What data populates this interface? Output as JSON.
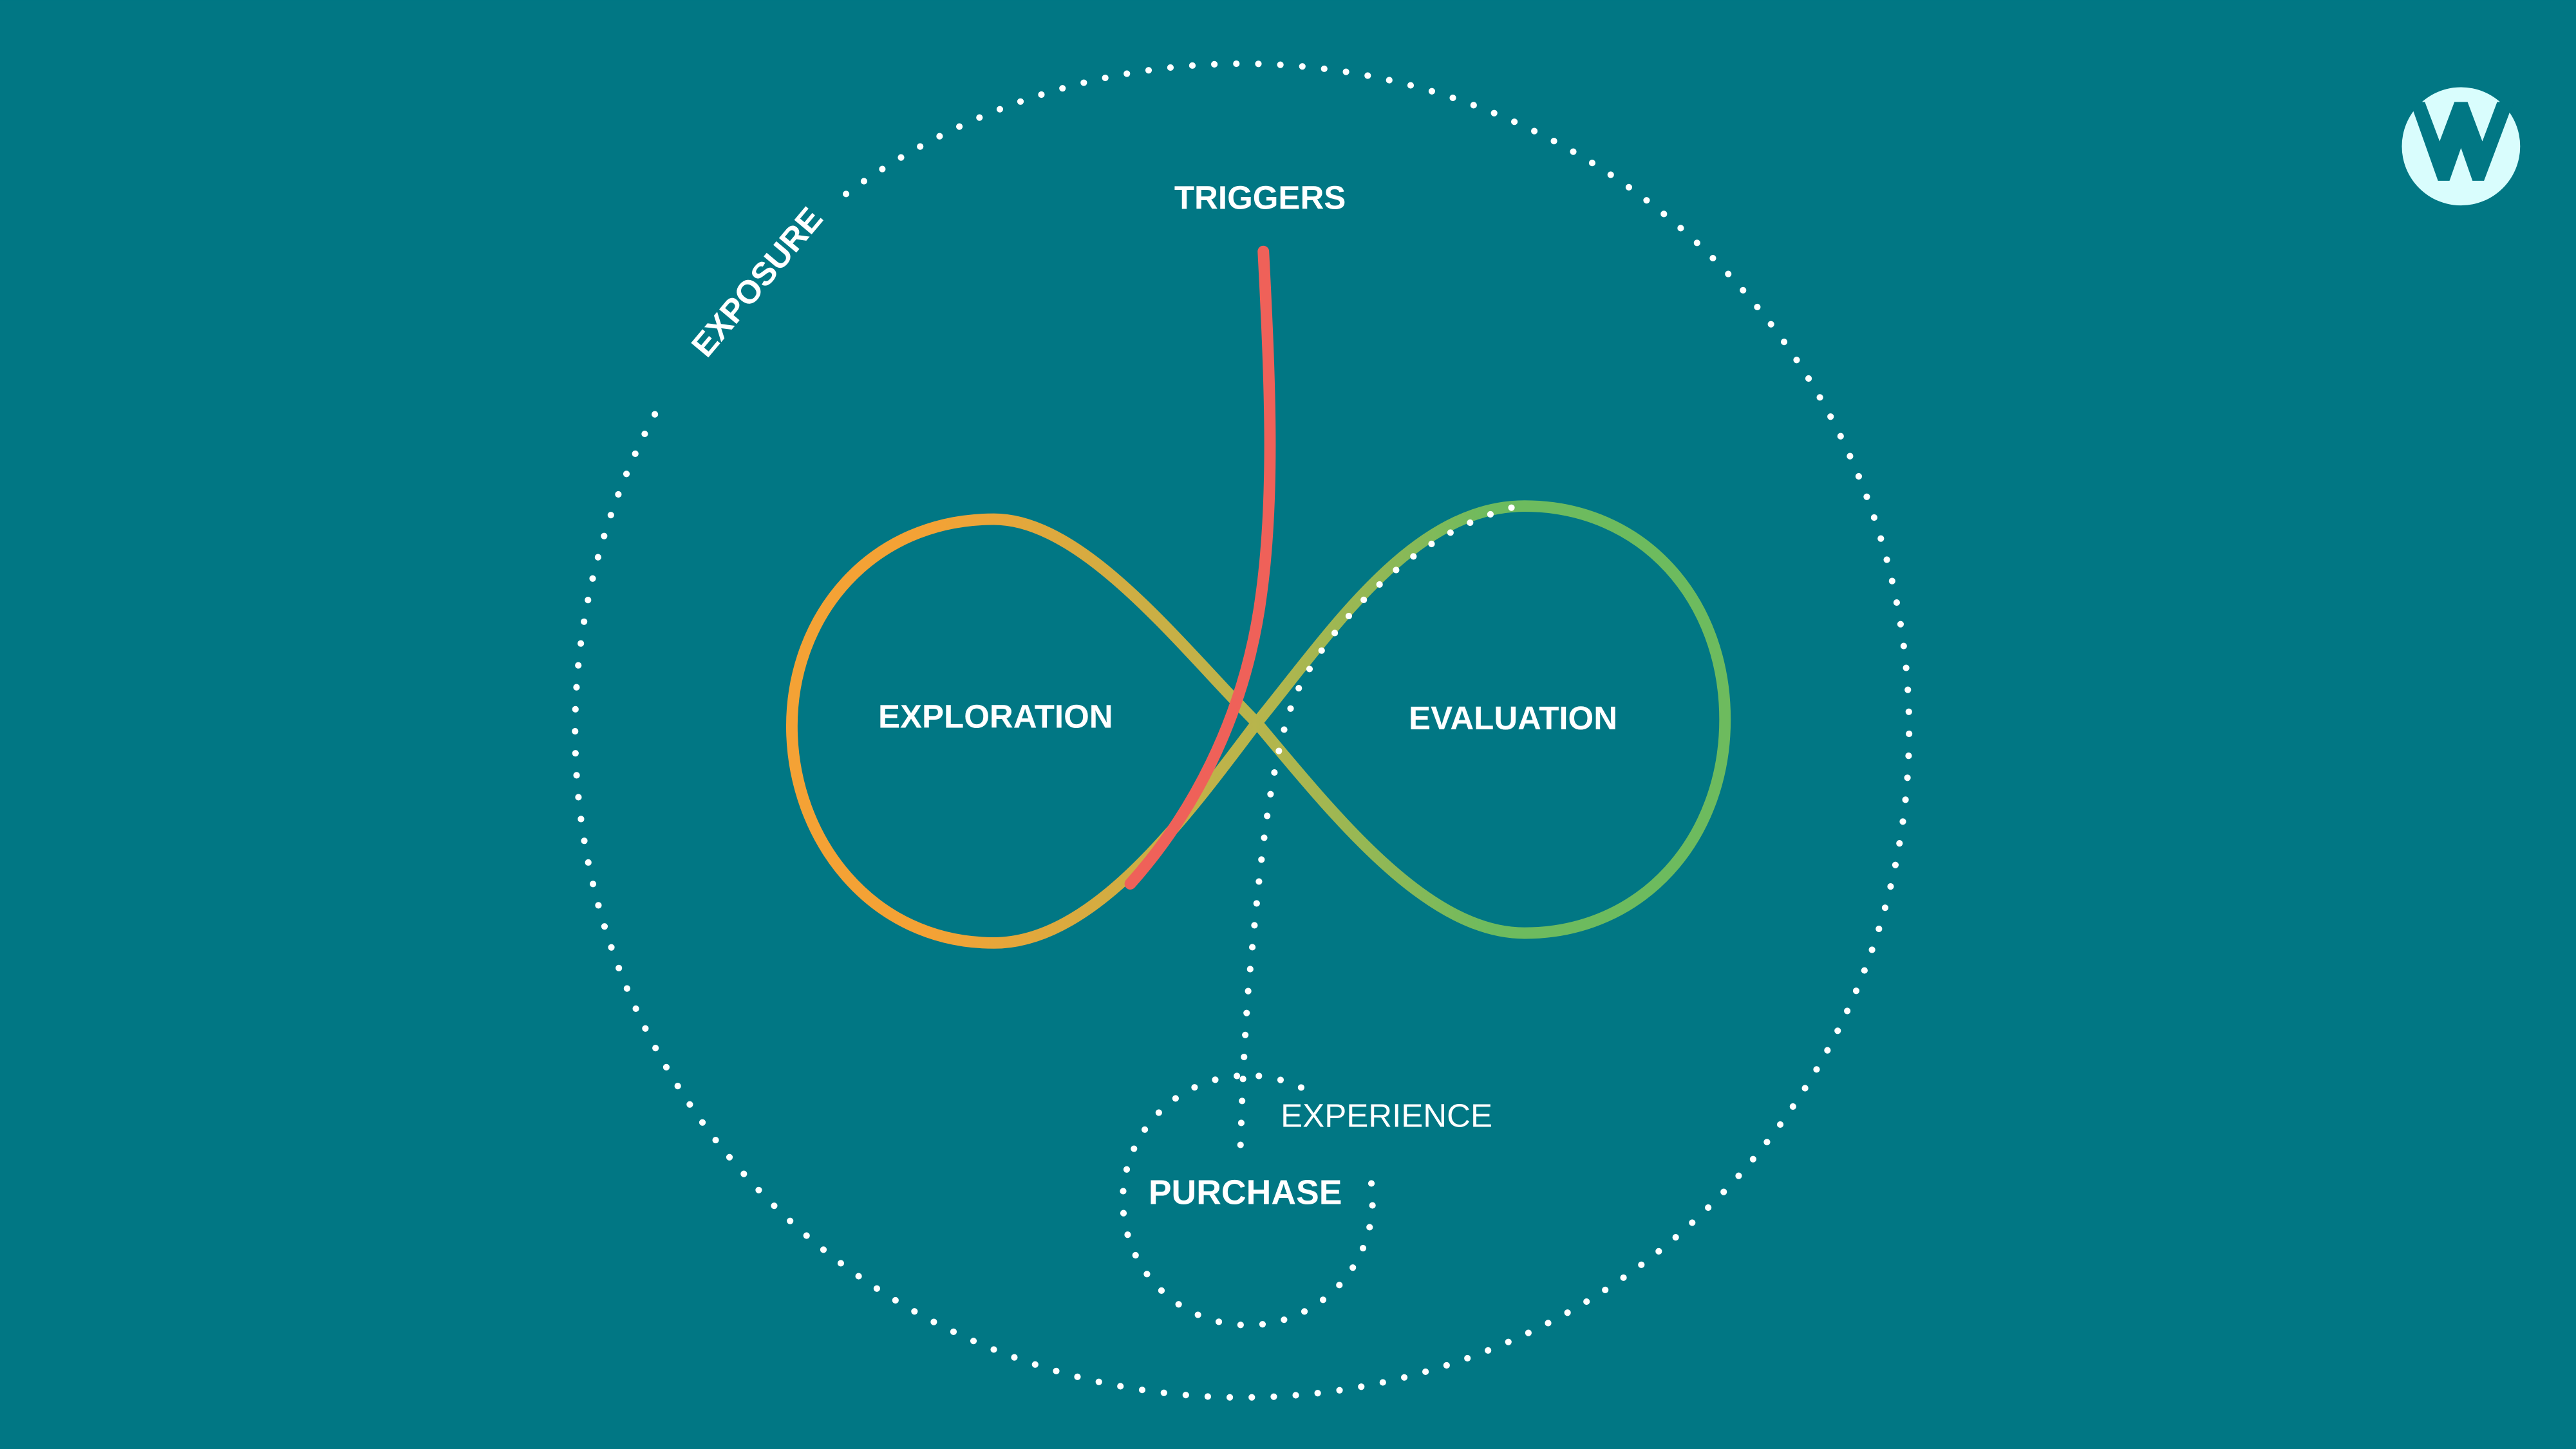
{
  "diagram": {
    "labels": {
      "exposure": "EXPOSURE",
      "triggers": "TRIGGERS",
      "exploration": "EXPLORATION",
      "evaluation": "EVALUATION",
      "experience": "EXPERIENCE",
      "purchase": "PURCHASE"
    },
    "colors": {
      "background": "#017784",
      "exploration_loop": "#f4a235",
      "evaluation_loop": "#6dbb5e",
      "triggers_line": "#ef6159",
      "dots": "#ffffff",
      "logo": "#d9fdfd"
    },
    "logo": {
      "icon": "w-logo-icon"
    }
  }
}
